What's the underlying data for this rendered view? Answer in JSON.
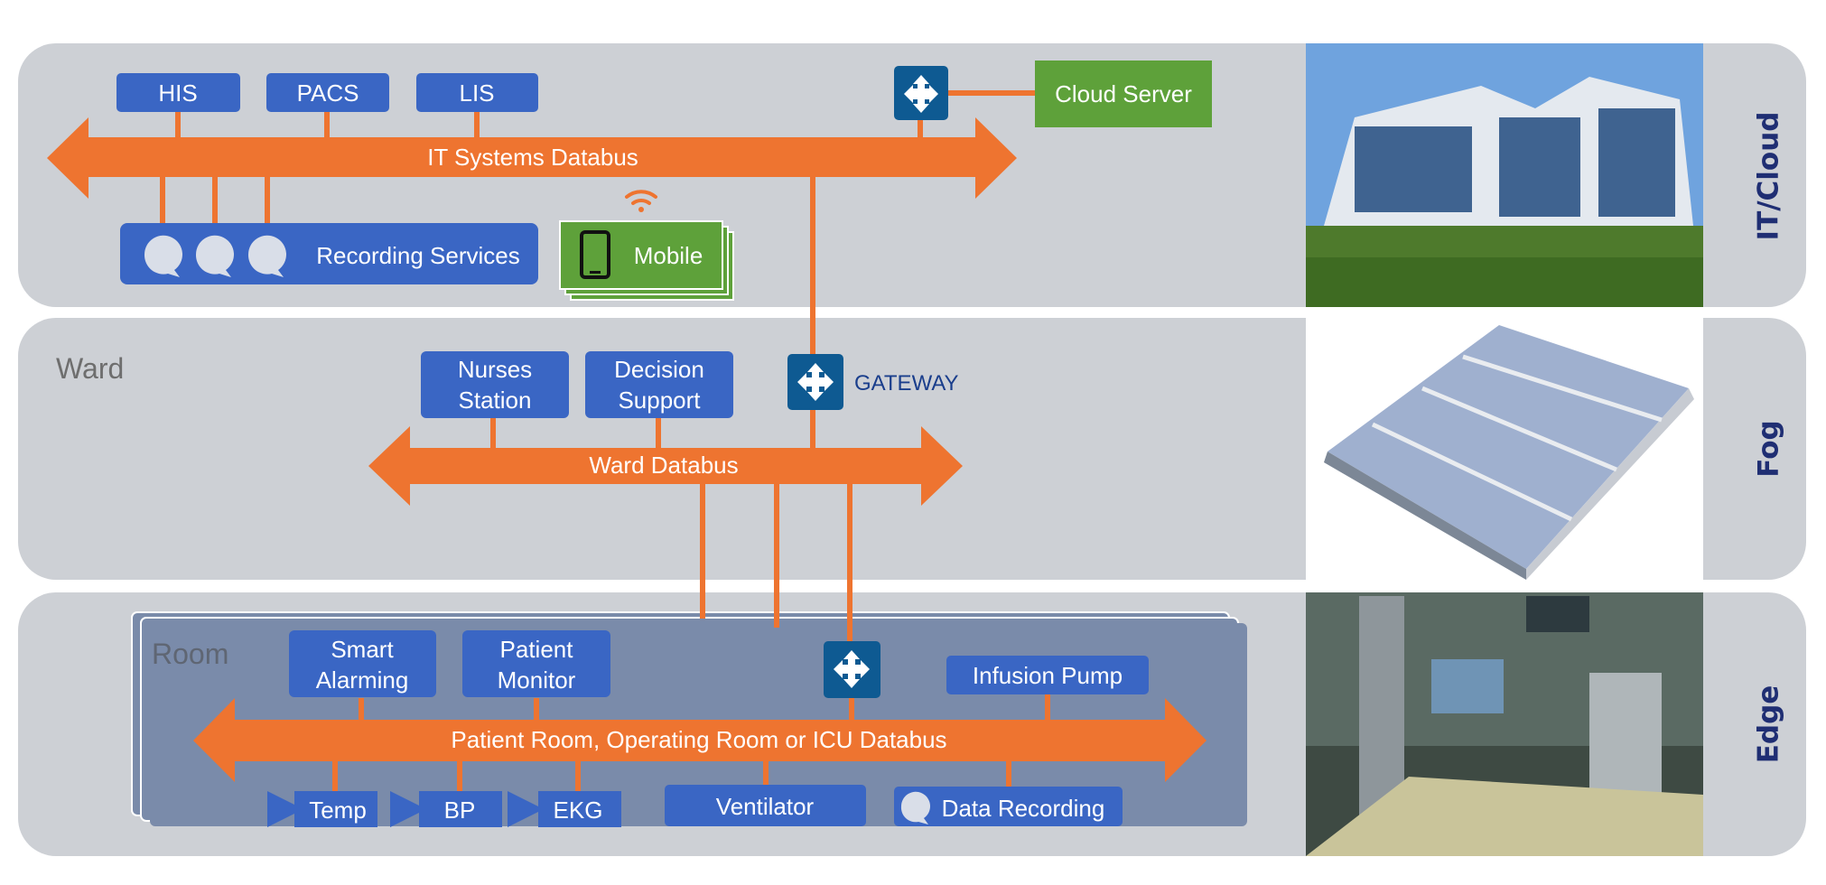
{
  "tiers": {
    "cloud": {
      "label": "IT/Cloud",
      "databus": "IT Systems Databus",
      "systems": [
        "HIS",
        "PACS",
        "LIS"
      ],
      "cloud_server": "Cloud Server",
      "recording_services": "Recording Services",
      "mobile": "Mobile"
    },
    "fog": {
      "label": "Fog",
      "area": "Ward",
      "databus": "Ward Databus",
      "nurses_station": [
        "Nurses",
        "Station"
      ],
      "decision_support": [
        "Decision",
        "Support"
      ],
      "gateway": "GATEWAY"
    },
    "edge": {
      "label": "Edge",
      "area": "Room",
      "databus": "Patient Room, Operating Room or ICU Databus",
      "smart_alarming": [
        "Smart",
        "Alarming"
      ],
      "patient_monitor": [
        "Patient",
        "Monitor"
      ],
      "infusion_pump": "Infusion Pump",
      "sensors": [
        "Temp",
        "BP",
        "EKG"
      ],
      "ventilator": "Ventilator",
      "data_recording": "Data Recording"
    }
  },
  "colors": {
    "band": "#CDD0D5",
    "box_blue": "#3A66C4",
    "box_green": "#5EA13A",
    "bus_orange": "#EE7430",
    "room": "#7A8BAA",
    "gateway": "#0E5A92",
    "tier_text": "#1F2E73"
  }
}
